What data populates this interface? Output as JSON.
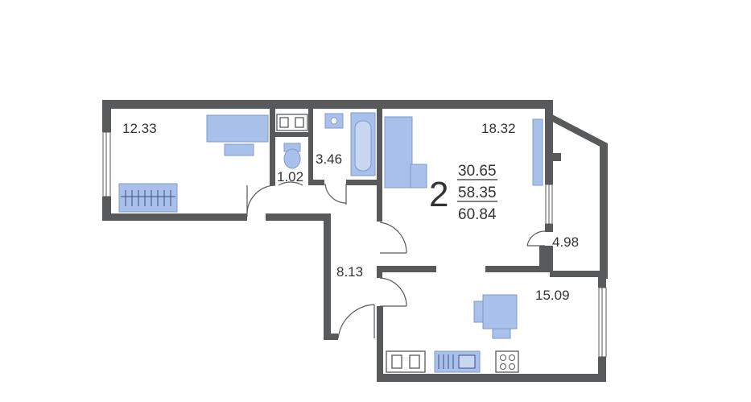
{
  "apartment": {
    "rooms_count": "2",
    "living_area": "30.65",
    "total_area": "58.35",
    "total_area_with_balcony": "60.84"
  },
  "rooms": {
    "bedroom_area": "12.33",
    "bathroom_area": "3.46",
    "toilet_area": "1.02",
    "living_room_area": "18.32",
    "balcony_area": "4.98",
    "hallway_area": "8.13",
    "kitchen_area": "15.09"
  },
  "colors": {
    "wall": "#58595b",
    "furniture": "#a9c1ea",
    "text": "#333333"
  }
}
